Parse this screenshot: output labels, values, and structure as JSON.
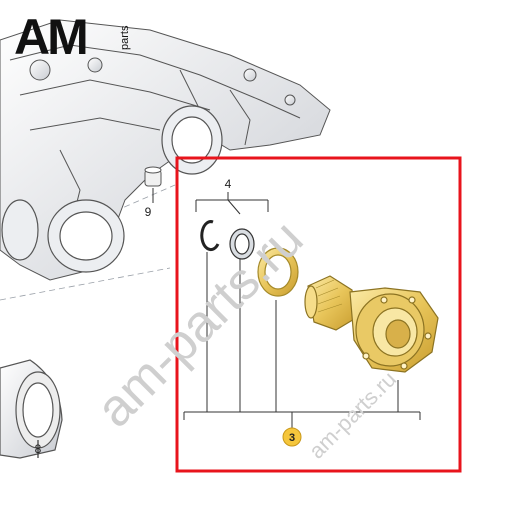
{
  "logo": {
    "letters": "AM",
    "suffix": "parts"
  },
  "watermarks": {
    "main": "am-parts.ru",
    "secondary": "am-parts.ru"
  },
  "callouts": {
    "c3": "3",
    "c4": "4",
    "c8": "8",
    "c9": "9"
  },
  "colors": {
    "highlight": "#e8141c",
    "part": "#f2d87a",
    "part_edge": "#a58a2a",
    "badge": "#f5c63c",
    "line": "#333333"
  }
}
